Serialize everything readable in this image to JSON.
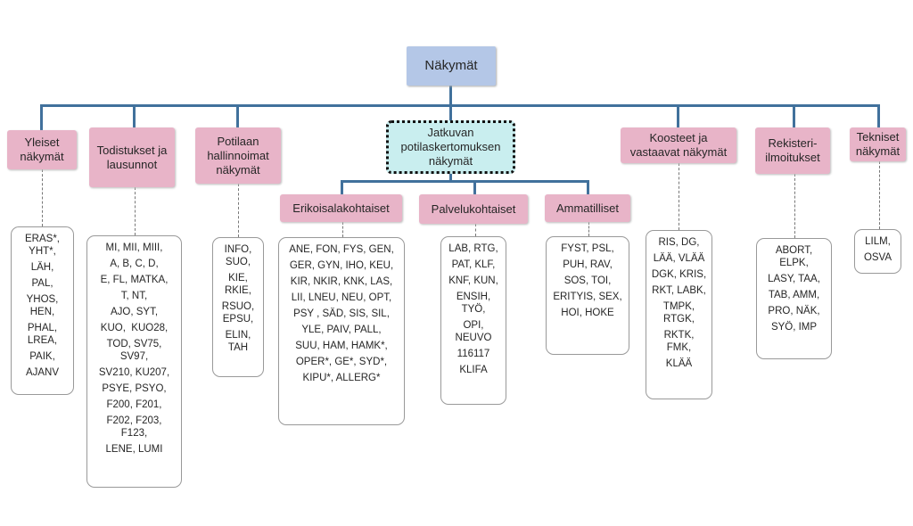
{
  "root": {
    "label": "Näkymät"
  },
  "categories": [
    {
      "label": "Yleiset\nnäkymät",
      "items": [
        "ERAS*,\nYHT*,",
        "LÄH,",
        "PAL,",
        "YHOS,\nHEN,",
        "PHAL,\nLREA,",
        "PAIK,",
        "AJANV"
      ]
    },
    {
      "label": "Todistukset ja\nlausunnot",
      "items": [
        "MI, MII, MIII,",
        "A, B, C, D,",
        "E, FL, MATKA,",
        "T, NT,",
        "AJO, SYT,",
        "KUO,  KUO28,",
        "TOD, SV75,\nSV97,",
        "SV210, KU207,",
        "PSYE, PSYO,",
        "F200, F201,",
        "F202, F203,\nF123,",
        "LENE, LUMI"
      ]
    },
    {
      "label": "Potilaan\nhallinnoimat\nnäkymät",
      "items": [
        "INFO,\nSUO,",
        "KIE,\nRKIE,",
        "RSUO,\nEPSU,",
        "ELIN,\nTAH"
      ]
    },
    {
      "label": "Jatkuvan\npotilaskertomuksen\nnäkymät",
      "subcategories": [
        {
          "label": "Erikoisalakohtaiset",
          "items": [
            "ANE, FON, FYS, GEN,",
            "GER, GYN, IHO, KEU,",
            "KIR, NKIR, KNK, LAS,",
            "LII, LNEU, NEU, OPT,",
            "PSY , SÄD, SIS, SIL,",
            "YLE, PAIV, PALL,",
            "SUU, HAM, HAMK*,",
            "OPER*, GE*, SYD*,",
            "KIPU*, ALLERG*"
          ]
        },
        {
          "label": "Palvelukohtaiset",
          "items": [
            "LAB, RTG,",
            "PAT, KLF,",
            "KNF, KUN,",
            "ENSIH,\nTYÖ,",
            "OPI,\nNEUVO",
            "116117",
            "KLIFA"
          ]
        },
        {
          "label": "Ammatilliset",
          "items": [
            "FYST, PSL,",
            "PUH, RAV,",
            "SOS, TOI,",
            "ERITYIS, SEX,",
            "HOI, HOKE"
          ]
        }
      ]
    },
    {
      "label": "Koosteet ja\nvastaavat näkymät",
      "items": [
        "RIS, DG,",
        "LÄÄ, VLÄÄ",
        "DGK, KRIS,",
        "RKT, LABK,",
        "TMPK,\nRTGK,",
        "RKTK,\nFMK,",
        "KLÄÄ"
      ]
    },
    {
      "label": "Rekisteri-\nilmoitukset",
      "items": [
        "ABORT,\nELPK,",
        "LASY, TAA,",
        "TAB, AMM,",
        "PRO, NÄK,",
        "SYÖ, IMP"
      ]
    },
    {
      "label": "Tekniset\nnäkymät",
      "items": [
        "LILM,",
        "OSVA"
      ]
    }
  ],
  "colors": {
    "root": "#b4c7e7",
    "category": "#e8b4c8",
    "highlight": "#c9eeef",
    "connector": "#41719c"
  }
}
